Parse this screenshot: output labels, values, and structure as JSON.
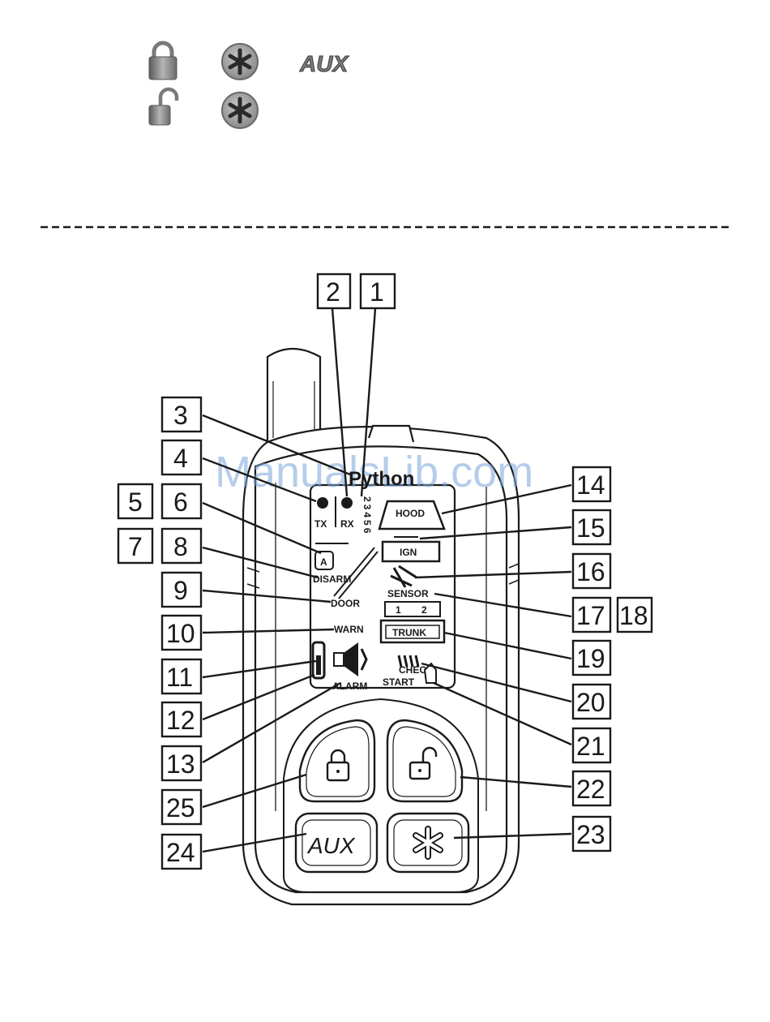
{
  "legend": {
    "row1": {
      "lock": "lock-icon",
      "star": "asterisk-button-icon",
      "aux_label": "AUX"
    },
    "row2": {
      "unlock": "unlock-icon",
      "star": "asterisk-button-icon"
    }
  },
  "watermark": "ManualsLib.com",
  "brand": "Python",
  "lcd": {
    "tx": "TX",
    "rx": "RX",
    "digits": "23456",
    "disarm": "DISARM",
    "door": "DOOR",
    "warn": "WARN",
    "alarm": "ALARM",
    "hood": "HOOD",
    "ign": "IGN",
    "sensor": "SENSOR",
    "sensor_1": "1",
    "sensor_2": "2",
    "trunk": "TRUNK",
    "start": "START",
    "check": "CHECK"
  },
  "buttons": {
    "aux": "AUX"
  },
  "callouts": [
    "1",
    "2",
    "3",
    "4",
    "5",
    "6",
    "7",
    "8",
    "9",
    "10",
    "11",
    "12",
    "13",
    "14",
    "15",
    "16",
    "17",
    "18",
    "19",
    "20",
    "21",
    "22",
    "23",
    "24",
    "25"
  ],
  "colors": {
    "ink": "#1a1a1a",
    "icon_gray": "#8c8c8c",
    "watermark": "#7aa6dc"
  }
}
